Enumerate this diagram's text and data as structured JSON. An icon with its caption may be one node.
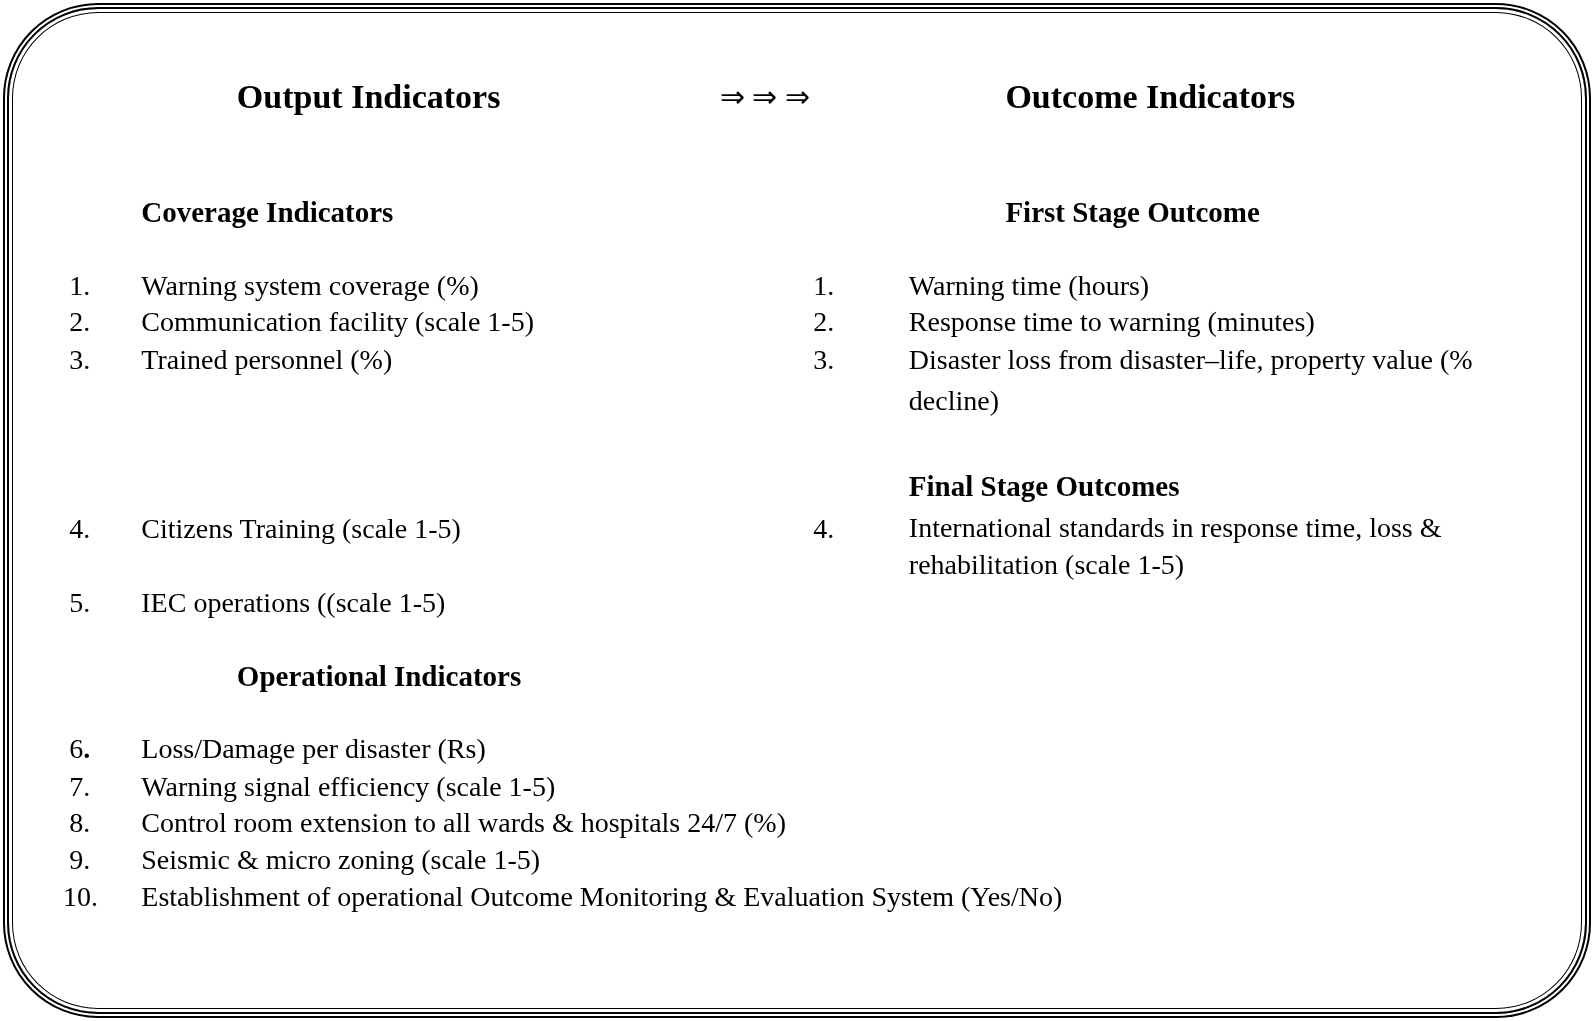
{
  "diagram": {
    "nodes": [
      {
        "text": [
          "Output Indicators",
          "⇒ ⇒ ⇒",
          "Outcome Indicators",
          "Coverage Indicators",
          "First Stage Outcome",
          "1.",
          "Warning system coverage (%)",
          "1.",
          "Warning time (hours)",
          "2.",
          "Communication facility (scale 1-5)",
          "2.",
          "Response time to warning (minutes)",
          "3.",
          "Trained personnel (%)",
          "3.",
          "Disaster loss from disaster–life, property value (% decline)",
          "Final Stage Outcomes",
          "4.",
          "Citizens Training (scale 1-5)",
          "4.",
          "International standards in response time, loss &  rehabilitation (scale 1-5)",
          "5.",
          "IEC operations ((scale 1-5)",
          "Operational Indicators",
          "6**.**",
          "Loss/Damage per disaster (Rs)",
          "7.",
          "Warning signal efficiency (scale 1-5)",
          "8.",
          "Control room extension to all wards & hospitals 24/7 (%)",
          "9.",
          "Seismic & micro zoning (scale 1-5)",
          "10.",
          "Establishment of operational Outcome Monitoring &  Evaluation System (Yes/No)"
        ]
      }
    ]
  }
}
